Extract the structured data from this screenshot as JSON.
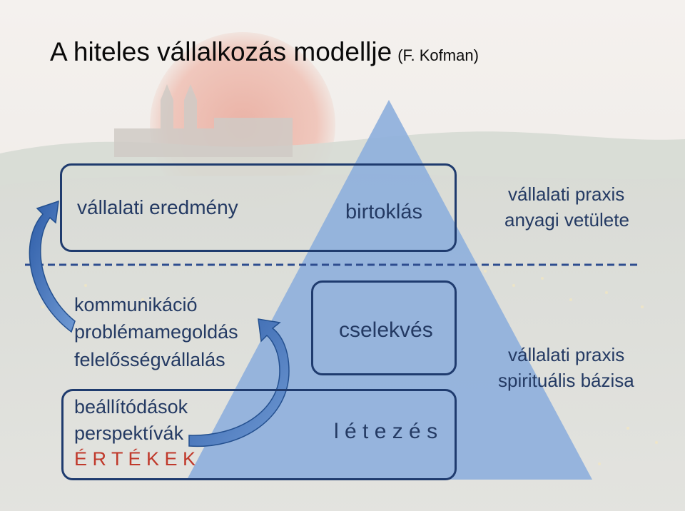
{
  "title": {
    "main": "A hiteles vállalkozás modellje",
    "sub": "(F. Kofman)"
  },
  "upper": {
    "left_label": "vállalati eredmény",
    "center_label": "birtoklás",
    "right_label_line1": "vállalati praxis",
    "right_label_line2": "anyagi vetülete"
  },
  "lower": {
    "left_lines": [
      "kommunikáció",
      "problémamegoldás",
      "felelősségvállalás"
    ],
    "center_label": "cselekvés",
    "right_label_line1": "vállalati praxis",
    "right_label_line2": "spirituális bázisa"
  },
  "base": {
    "left_lines": [
      "beállítódások",
      "perspektívák",
      "É R T É K E K"
    ],
    "center_label": "l é t e z é s"
  },
  "colors": {
    "pyramid": "#8fb0dc",
    "box_border": "#1f3b6e",
    "text": "#243a63",
    "values_text": "#c0392b",
    "arrow": "#3e6db0",
    "divider": "#2e4d8f"
  }
}
